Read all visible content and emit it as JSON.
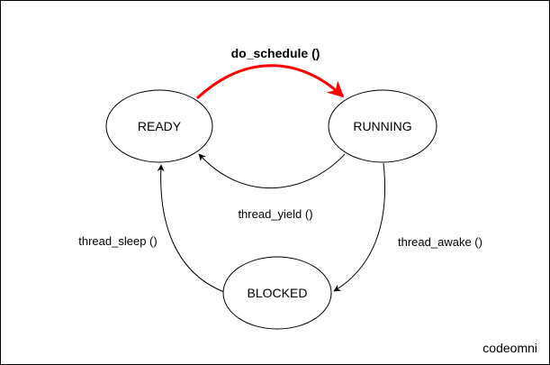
{
  "states": {
    "ready": "READY",
    "running": "RUNNING",
    "blocked": "BLOCKED"
  },
  "transitions": {
    "do_schedule": "do_schedule ()",
    "thread_yield": "thread_yield ()",
    "thread_sleep": "thread_sleep ()",
    "thread_awake": "thread_awake ()"
  },
  "watermark": "codeomni",
  "colors": {
    "highlight_edge": "#ff0000",
    "edge": "#000000",
    "background": "#ffffff"
  }
}
